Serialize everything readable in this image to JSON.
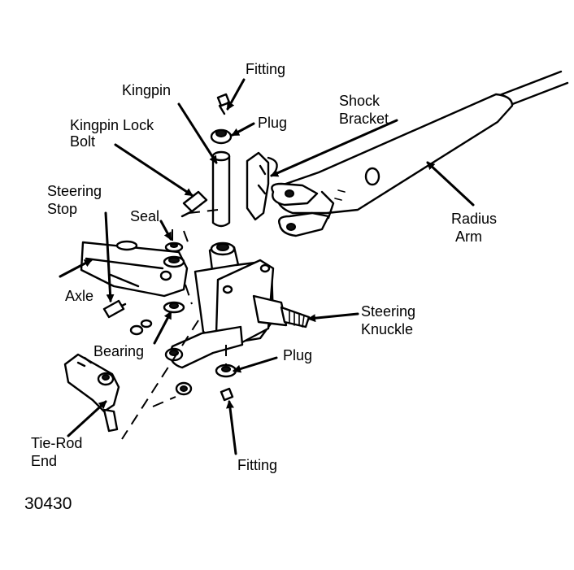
{
  "figure_code": "30430",
  "labels": {
    "fitting_top": "Fitting",
    "kingpin": "Kingpin",
    "plug_top": "Plug",
    "kingpin_lock_bolt_line1": "Kingpin Lock",
    "kingpin_lock_bolt_line2": "Bolt",
    "shock_bracket_line1": "Shock",
    "shock_bracket_line2": "Bracket",
    "steering_stop_line1": "Steering",
    "steering_stop_line2": "Stop",
    "seal": "Seal",
    "radius_arm_line1": "Radius",
    "radius_arm_line2": "Arm",
    "axle": "Axle",
    "steering_knuckle_line1": "Steering",
    "steering_knuckle_line2": "Knuckle",
    "bearing": "Bearing",
    "plug_bottom": "Plug",
    "tie_rod_end_line1": "Tie-Rod",
    "tie_rod_end_line2": "End",
    "fitting_bottom": "Fitting"
  }
}
